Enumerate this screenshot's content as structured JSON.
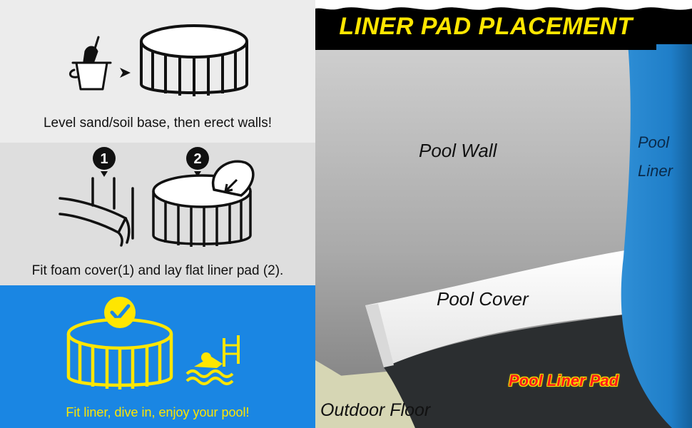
{
  "steps": [
    {
      "caption": "Level sand/soil base, then erect walls!"
    },
    {
      "caption": "Fit foam cover(1) and lay flat liner pad (2).",
      "markers": [
        "1",
        "2"
      ]
    },
    {
      "caption": "Fit liner, dive in, enjoy your pool!"
    }
  ],
  "diagram": {
    "title": "LINER PAD PLACEMENT",
    "labels": {
      "wall": "Pool Wall",
      "liner": "Pool Liner",
      "cover": "Pool Cover",
      "pad": "Pool Liner Pad",
      "floor": "Outdoor Floor"
    }
  },
  "colors": {
    "step_panel_1": "#ececec",
    "step_panel_2": "#dedede",
    "step_panel_3": "#1a86e3",
    "accent_yellow": "#ffe600",
    "liner_blue": "#1f7ec8",
    "pad_dark": "#2b2e30",
    "floor_beige": "#d6d6b4"
  },
  "icons": [
    "bucket-spade-icon",
    "arrow-right-icon",
    "pool-frame-icon",
    "wall-foam-cover-icon",
    "pool-liner-pad-icon",
    "checkmark-pool-icon",
    "swimmer-icon"
  ]
}
